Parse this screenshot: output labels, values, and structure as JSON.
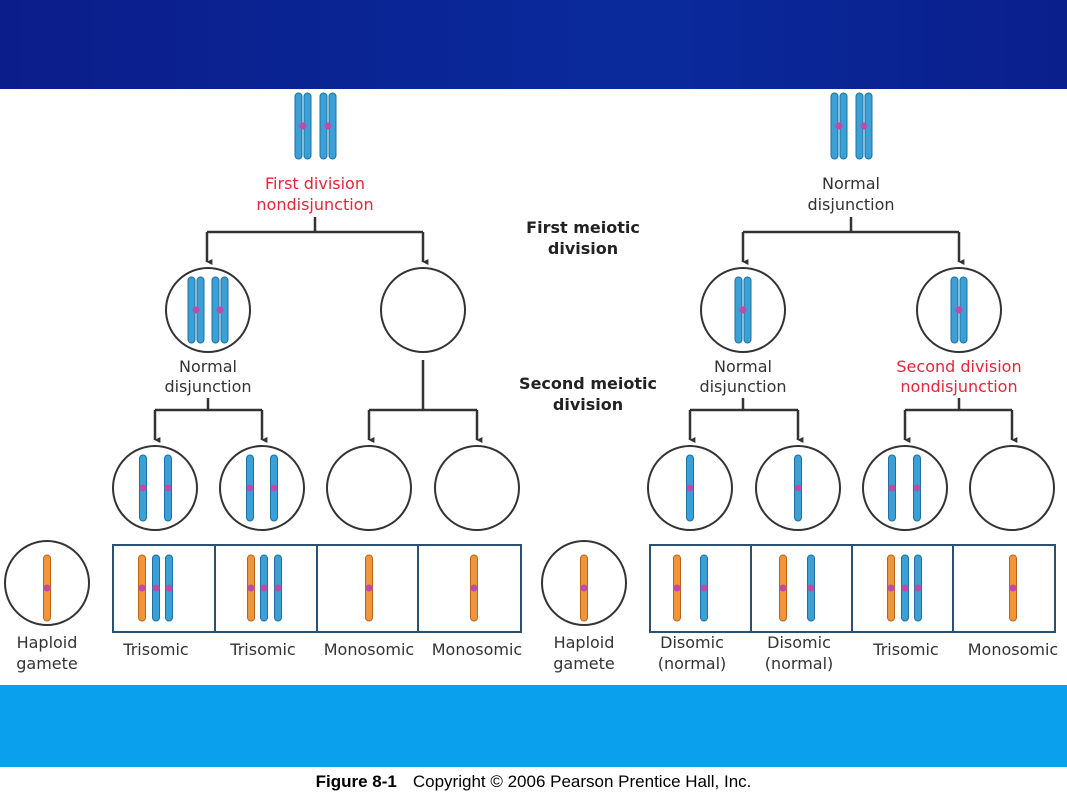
{
  "caption": {
    "figure": "Figure 8-1",
    "copyright": "Copyright © 2006 Pearson Prentice Hall, Inc."
  },
  "colors": {
    "header_band": "#0b1d8a",
    "footer_band": "#0aa0ee",
    "chromosome_blue": "#3aa0d6",
    "chromosome_orange": "#f0953a",
    "centromere": "#c04aa8",
    "nondisjunction_text": "#e3263a"
  },
  "labels": {
    "first_meiotic_division": [
      "First meiotic",
      "division"
    ],
    "second_meiotic_division": [
      "Second meiotic",
      "division"
    ],
    "left_top": [
      "First division",
      "nondisjunction"
    ],
    "right_top": [
      "Normal",
      "disjunction"
    ],
    "left_mid": [
      "Normal",
      "disjunction"
    ],
    "right_mid_a": [
      "Normal",
      "disjunction"
    ],
    "right_mid_b": [
      "Second division",
      "nondisjunction"
    ],
    "haploid_gamete": [
      "Haploid",
      "gamete"
    ],
    "left_outcomes": [
      "Trisomic",
      "Trisomic",
      "Monosomic",
      "Monosomic"
    ],
    "right_outcomes": [
      [
        "Disomic",
        "(normal)"
      ],
      [
        "Disomic",
        "(normal)"
      ],
      [
        "Trisomic"
      ],
      [
        "Monosomic"
      ]
    ]
  }
}
